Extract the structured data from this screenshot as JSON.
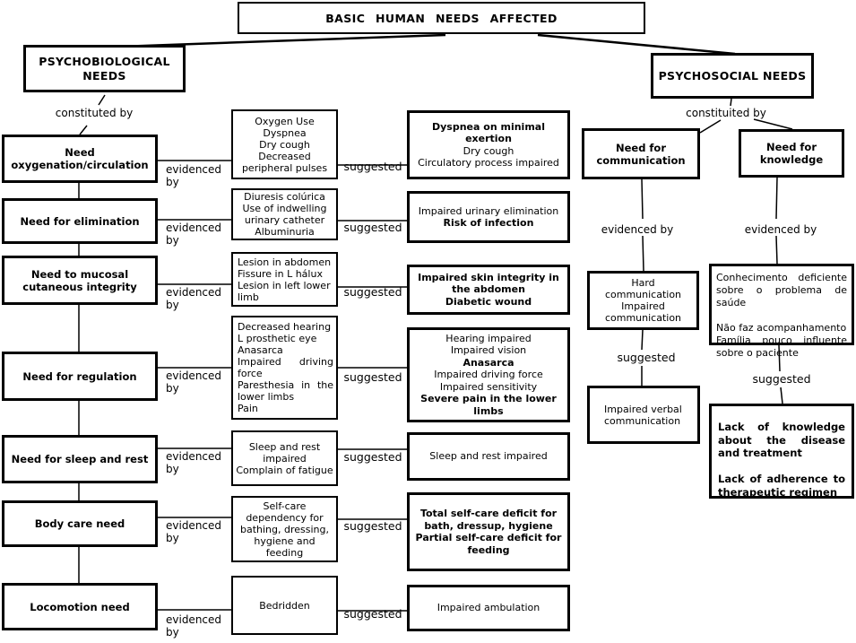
{
  "title": "BASIC HUMAN NEEDS AFFECTED",
  "branches": {
    "left": {
      "label": "PSYCHOBIOLOGICAL NEEDS",
      "connector": "constituted by"
    },
    "right": {
      "label": "PSYCHOSOCIAL NEEDS",
      "connector": "constituited by"
    }
  },
  "labels": {
    "evidenced_by": "evidenced by",
    "suggested": "suggested"
  },
  "rows": [
    {
      "need": "Need oxygenation/circulation",
      "evidence": {
        "lines": [
          {
            "t": "Oxygen Use",
            "b": false
          },
          {
            "t": "Dyspnea",
            "b": false
          },
          {
            "t": "Dry cough",
            "b": false
          },
          {
            "t": "Decreased peripheral pulses",
            "b": false
          }
        ]
      },
      "diagnosis": {
        "lines": [
          {
            "t": "Dyspnea on minimal exertion",
            "b": true
          },
          {
            "t": "Dry cough",
            "b": false
          },
          {
            "t": "Circulatory process impaired",
            "b": false
          }
        ]
      }
    },
    {
      "need": "Need for elimination",
      "evidence": {
        "lines": [
          {
            "t": "Diuresis colúrica",
            "b": false
          },
          {
            "t": "Use of indwelling urinary catheter",
            "b": false
          },
          {
            "t": "Albuminuria",
            "b": false
          }
        ]
      },
      "diagnosis": {
        "lines": [
          {
            "t": "Impaired urinary elimination",
            "b": false
          },
          {
            "t": "Risk of infection",
            "b": true
          }
        ]
      }
    },
    {
      "need": "Need to mucosal cutaneous integrity",
      "evidence": {
        "lines": [
          {
            "t": "Lesion in abdomen",
            "b": false
          },
          {
            "t": "Fissure in L hálux",
            "b": false
          },
          {
            "t": "Lesion in left lower limb",
            "b": false
          }
        ]
      },
      "diagnosis": {
        "lines": [
          {
            "t": "Impaired skin integrity in the abdomen",
            "b": true
          },
          {
            "t": "Diabetic wound",
            "b": true
          }
        ]
      }
    },
    {
      "need": "Need for regulation",
      "evidence": {
        "lines": [
          {
            "t": "Decreased hearing",
            "b": false
          },
          {
            "t": "L prosthetic eye",
            "b": false
          },
          {
            "t": "Anasarca",
            "b": false
          },
          {
            "t": "Impaired driving force",
            "b": false
          },
          {
            "t": "Paresthesia in the lower limbs",
            "b": false
          },
          {
            "t": "Pain",
            "b": false
          }
        ]
      },
      "diagnosis": {
        "lines": [
          {
            "t": "Hearing impaired",
            "b": false
          },
          {
            "t": "Impaired vision",
            "b": false
          },
          {
            "t": "Anasarca",
            "b": true
          },
          {
            "t": "Impaired driving force",
            "b": false
          },
          {
            "t": "Impaired sensitivity",
            "b": false
          },
          {
            "t": "Severe pain in the lower limbs",
            "b": true
          }
        ]
      }
    },
    {
      "need": "Need for sleep and rest",
      "evidence": {
        "lines": [
          {
            "t": "Sleep and rest impaired",
            "b": false
          },
          {
            "t": "Complain of fatigue",
            "b": false
          }
        ]
      },
      "diagnosis": {
        "lines": [
          {
            "t": "Sleep and rest impaired",
            "b": false
          }
        ]
      }
    },
    {
      "need": "Body care need",
      "evidence": {
        "lines": [
          {
            "t": "Self-care dependency for bathing, dressing, hygiene and feeding",
            "b": false
          }
        ]
      },
      "diagnosis": {
        "lines": [
          {
            "t": "Total self-care deficit for bath, dressup, hygiene",
            "b": true
          },
          {
            "t": "Partial self-care deficit for feeding",
            "b": true
          }
        ]
      }
    },
    {
      "need": "Locomotion need",
      "evidence": {
        "lines": [
          {
            "t": "Bedridden",
            "b": false
          }
        ]
      },
      "diagnosis": {
        "lines": [
          {
            "t": "Impaired ambulation",
            "b": false
          }
        ]
      }
    }
  ],
  "psychosocial": [
    {
      "need": "Need for communication",
      "evidence": {
        "lines": [
          {
            "t": "Hard communication",
            "b": false
          },
          {
            "t": "Impaired communication",
            "b": false
          }
        ]
      },
      "diagnosis": {
        "lines": [
          {
            "t": "Impaired verbal communication",
            "b": false
          }
        ]
      }
    },
    {
      "need": "Need for knowledge",
      "evidence": {
        "lines": [
          {
            "t": "Conhecimento deficiente sobre o problema de saúde",
            "b": false
          },
          {
            "t": "",
            "b": false
          },
          {
            "t": "Não faz acompanhamento",
            "b": false
          },
          {
            "t": "Família pouco influente sobre o paciente",
            "b": false
          }
        ]
      },
      "diagnosis": {
        "lines": [
          {
            "t": "Lack of knowledge about the disease and treatment",
            "b": true
          },
          {
            "t": "",
            "b": false
          },
          {
            "t": "Lack of adherence to therapeutic regimen",
            "b": true
          }
        ]
      }
    }
  ]
}
